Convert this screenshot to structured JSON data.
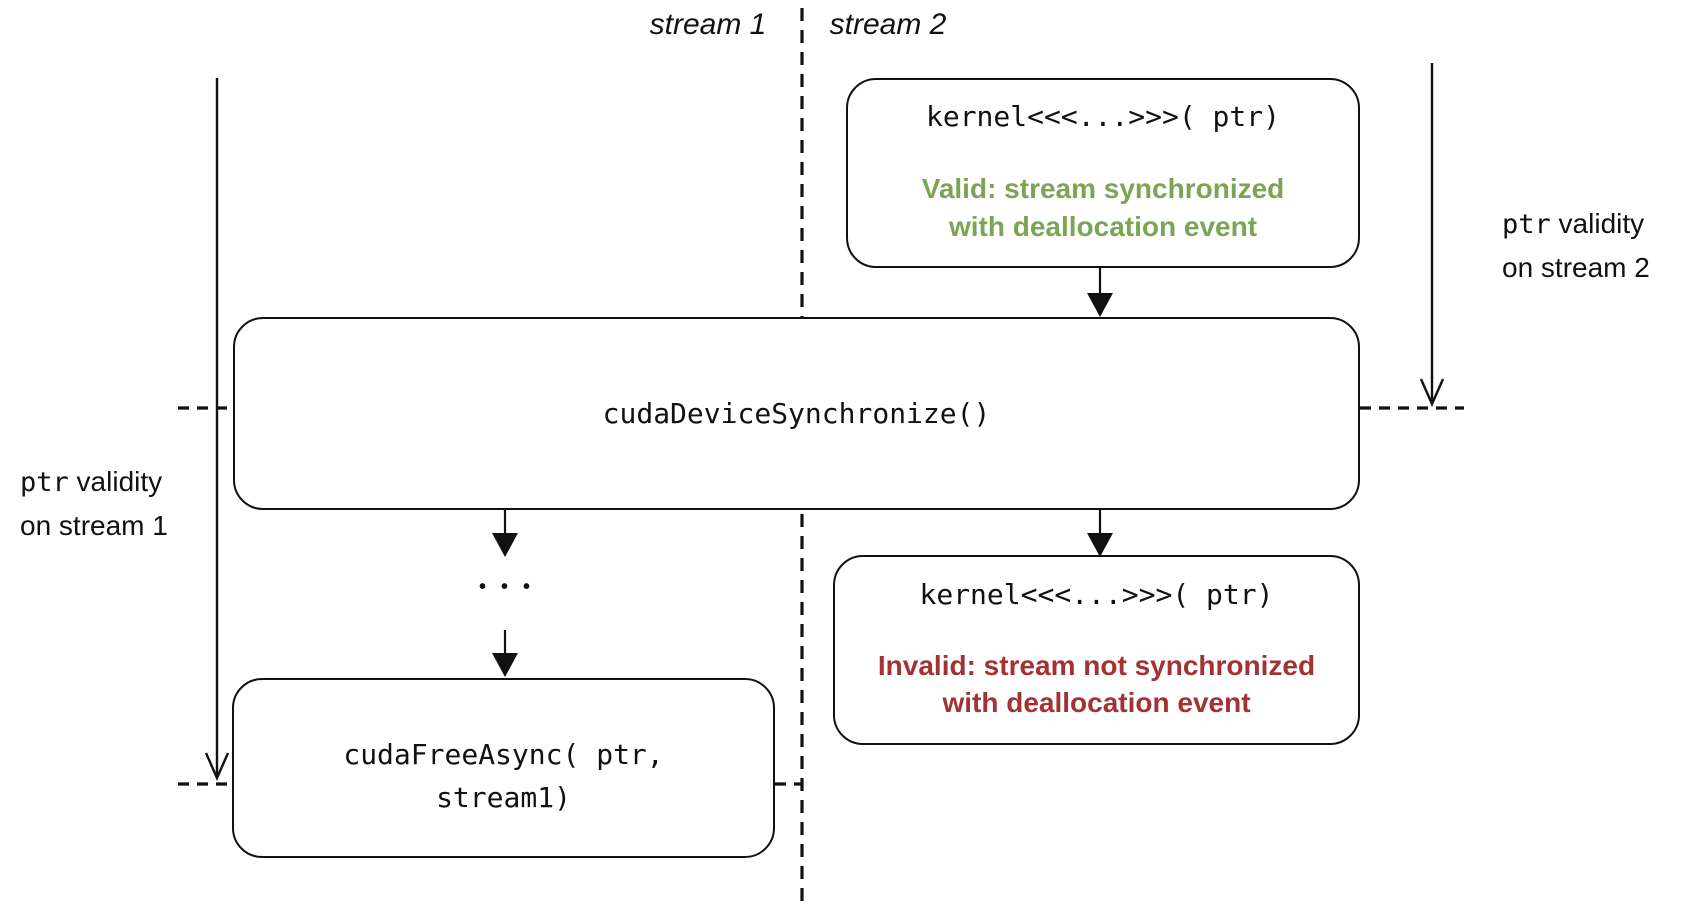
{
  "diagram": {
    "stream1_title": "stream 1",
    "stream2_title": "stream 2",
    "valid_box": {
      "code": "kernel<<<...>>>( ptr)",
      "note1": "Valid: stream synchronized",
      "note2": "with deallocation event"
    },
    "sync_box": {
      "code": "cudaDeviceSynchronize()"
    },
    "free_box": {
      "code1": "cudaFreeAsync( ptr,",
      "code2": "stream1)"
    },
    "invalid_box": {
      "code": "kernel<<<...>>>( ptr)",
      "note1": "Invalid: stream not synchronized",
      "note2": "with deallocation event"
    },
    "left_label": {
      "code": "ptr",
      "text1": " validity",
      "text2": "on stream 1"
    },
    "right_label": {
      "code": "ptr",
      "text1": " validity",
      "text2": "on stream 2"
    },
    "ellipsis": "•••",
    "colors": {
      "valid_green": "#7CA455",
      "invalid_red": "#A33232",
      "line_black": "#111111"
    }
  }
}
